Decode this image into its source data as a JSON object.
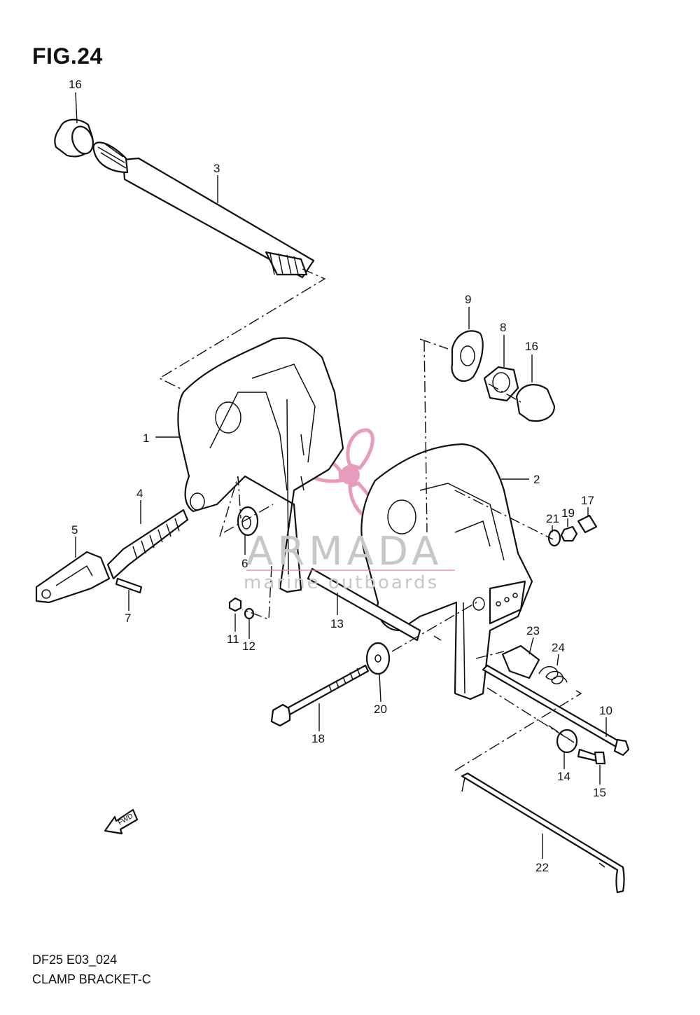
{
  "figure": {
    "title": "FIG.24",
    "code": "DF25 E03_024",
    "name": "CLAMP BRACKET-C"
  },
  "watermark": {
    "brand": "ARMADA",
    "tagline": "marine outboards",
    "logo_color": "#e07aa8"
  },
  "arrow_label": "FWD",
  "callouts": [
    "16",
    "3",
    "9",
    "8",
    "16",
    "1",
    "2",
    "4",
    "5",
    "6",
    "7",
    "11",
    "12",
    "13",
    "21",
    "19",
    "17",
    "23",
    "24",
    "20",
    "18",
    "10",
    "14",
    "15",
    "22"
  ]
}
